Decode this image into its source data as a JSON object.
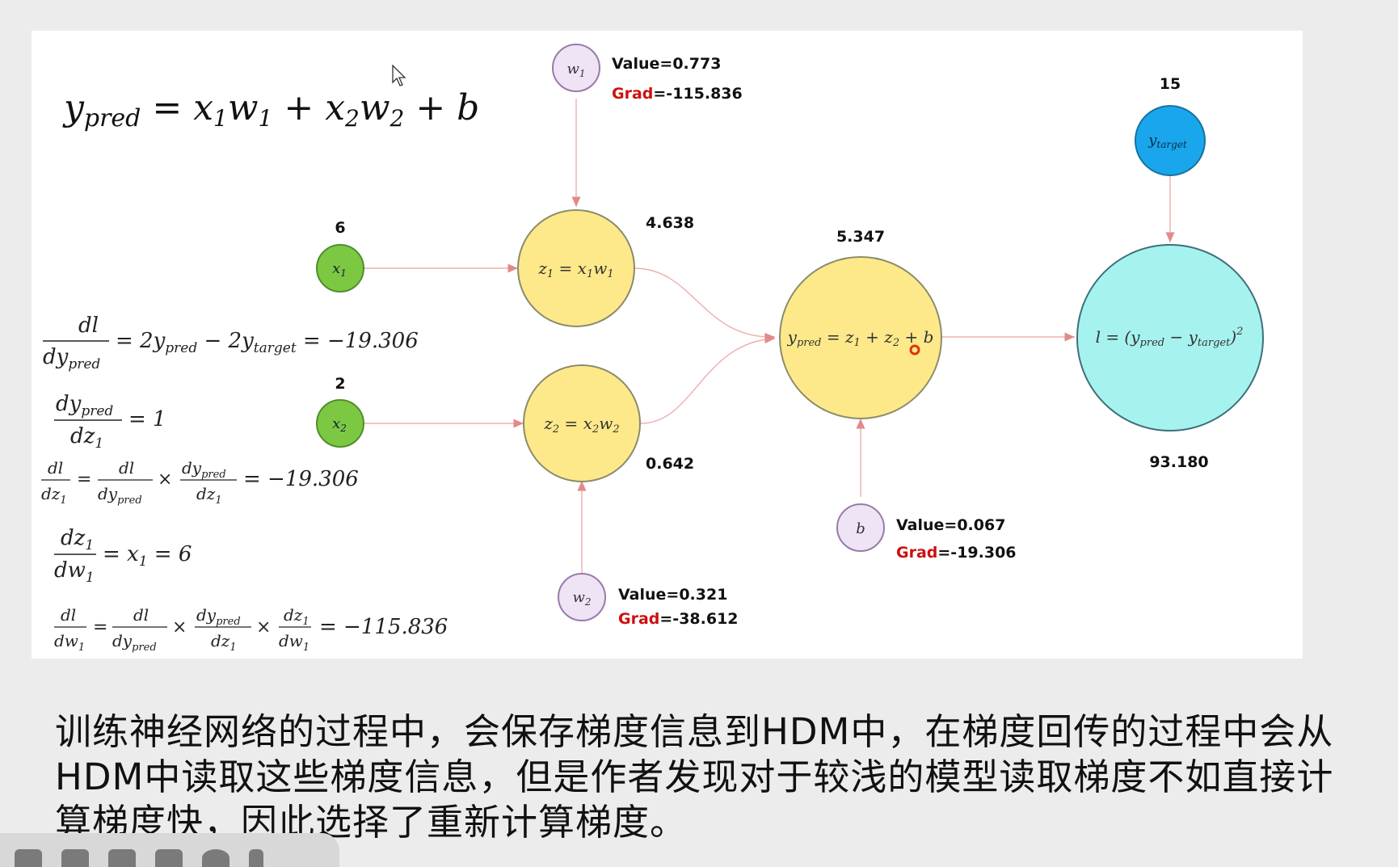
{
  "formula_main": "y_pred = x1w1 + x2w2 + b",
  "nodes": {
    "w1": {
      "label": "w1",
      "value_text": "Value=0.773",
      "grad_label": "Grad",
      "grad_value": "=-115.836"
    },
    "w2": {
      "label": "w2",
      "value_text": "Value=0.321",
      "grad_label": "Grad",
      "grad_value": "=-38.612"
    },
    "b": {
      "label": "b",
      "value_text": "Value=0.067",
      "grad_label": "Grad",
      "grad_value": "=-19.306"
    },
    "x1": {
      "label": "x1",
      "value": "6"
    },
    "x2": {
      "label": "x2",
      "value": "2"
    },
    "z1": {
      "formula": "z1 = x1w1",
      "value": "4.638"
    },
    "z2": {
      "formula": "z2 = x2w2",
      "value": "0.642"
    },
    "ypred": {
      "formula": "y_pred = z1 + z2 + b",
      "value": "5.347"
    },
    "ytarget": {
      "label": "y_target",
      "value": "15"
    },
    "loss": {
      "formula": "l = (y_pred − y_target)²",
      "value": "93.180"
    }
  },
  "derivations": [
    {
      "lhs": "dl / dy_pred",
      "rhs": "= 2y_pred − 2y_target = −19.306"
    },
    {
      "lhs": "dy_pred / dz1",
      "rhs": "= 1"
    },
    {
      "lhs": "dl/dz1 = dl/dy_pred × dy_pred/dz1",
      "rhs": "= −19.306"
    },
    {
      "lhs": "dz1 / dw1",
      "rhs": "= x1 = 6"
    },
    {
      "lhs": "dl/dw1 = dl/dy_pred × dy_pred/dz1 × dz1/dw1",
      "rhs": "= −115.836"
    }
  ],
  "caption": "训练神经网络的过程中，会保存梯度信息到HDM中，在梯度回传的过程中会从HDM中读取这些梯度信息，但是作者发现对于较浅的模型读取梯度不如直接计算梯度快，因此选择了重新计算梯度。",
  "colors": {
    "param_fill": "#efe3f6",
    "param_stroke": "#9a7aa8",
    "input_fill": "#7dc843",
    "input_stroke": "#4f8f2a",
    "op_fill": "#fde98a",
    "op_stroke": "#8b8b6a",
    "target_fill": "#1aa6ec",
    "target_stroke": "#14739f",
    "loss_fill": "#a6f2ee",
    "loss_stroke": "#3f6f7a",
    "grad_red": "#cc1111",
    "edge": "#e6a3a3"
  }
}
